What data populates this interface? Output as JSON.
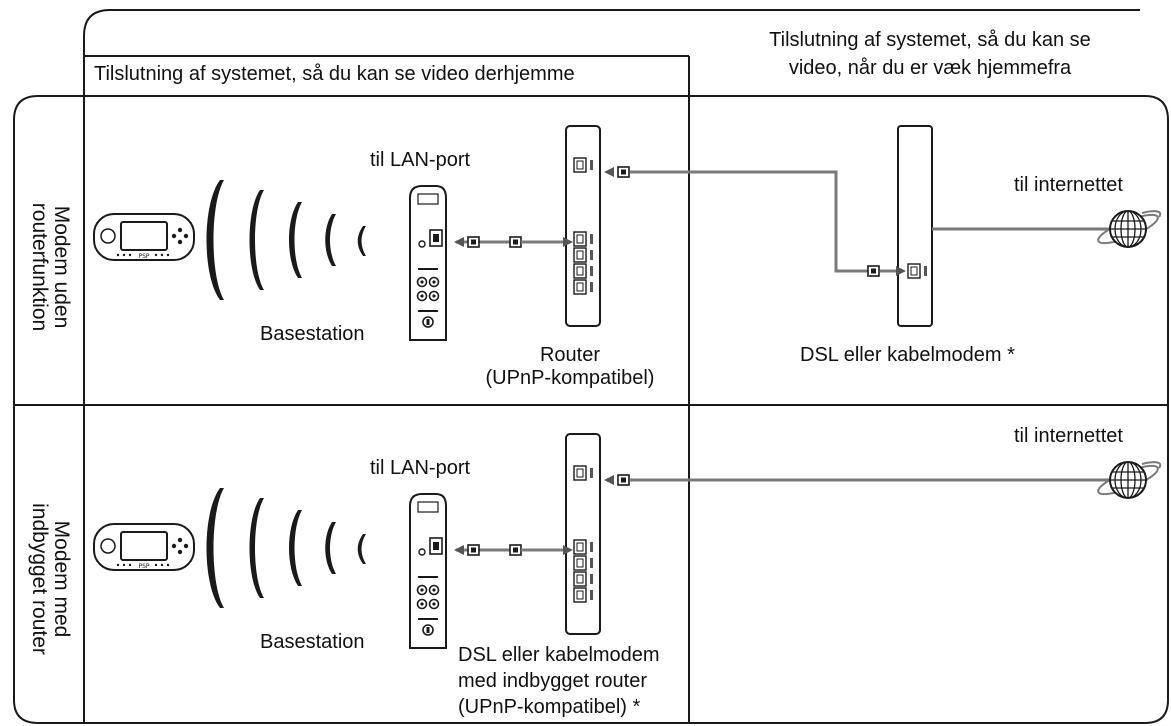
{
  "header": {
    "left_column_title": "Tilslutning af systemet, så du kan se video derhjemme",
    "right_column_title_line1": "Tilslutning af systemet, så du kan se",
    "right_column_title_line2": "video, når du er væk hjemmefra"
  },
  "rows": [
    {
      "side_label_line1": "Modem uden",
      "side_label_line2": "routerfunktion",
      "base_station_label": "Basestation",
      "lan_port_label": "til LAN-port",
      "router_label_line1": "Router",
      "router_label_line2": "(UPnP-kompatibel)",
      "modem_label": "DSL eller kabelmodem *",
      "internet_label": "til internettet"
    },
    {
      "side_label_line1": "Modem med",
      "side_label_line2": "indbygget router",
      "base_station_label": "Basestation",
      "lan_port_label": "til LAN-port",
      "router_label_line1": "DSL eller kabelmodem",
      "router_label_line2": "med indbygget router",
      "router_label_line3": "(UPnP-kompatibel) *",
      "internet_label": "til internettet"
    }
  ],
  "colors": {
    "line": "#1a1a1a",
    "cable": "#7a7a7a",
    "background": "#ffffff"
  },
  "icons": [
    "psp-console-icon",
    "wireless-signal-icon",
    "base-station-icon",
    "router-icon",
    "modem-icon",
    "globe-icon",
    "arrow-icon"
  ]
}
